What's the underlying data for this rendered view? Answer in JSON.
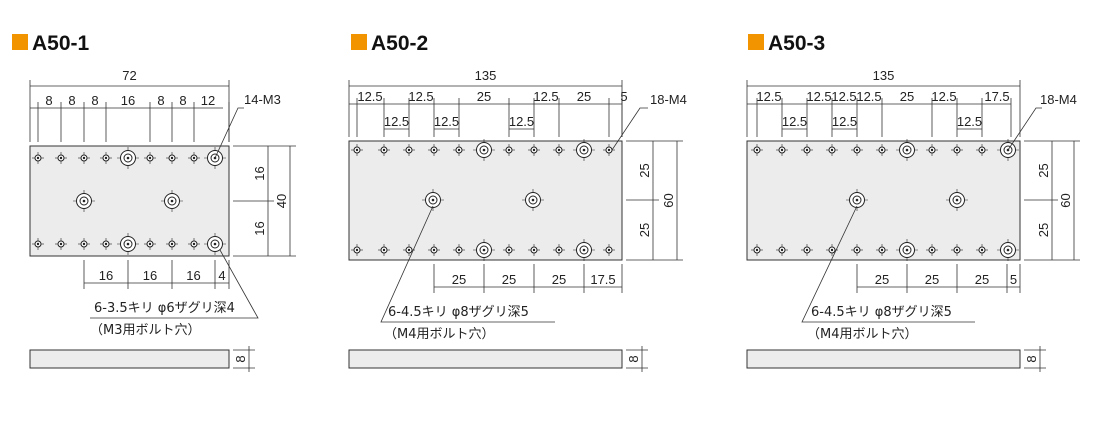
{
  "colors": {
    "accent": "#f29400",
    "plate": "#ececec",
    "line": "#333333"
  },
  "parts": [
    {
      "title": "A50-1",
      "overall_width": "72",
      "top_pitches": [
        "8",
        "8",
        "8",
        "16",
        "8",
        "8",
        "12"
      ],
      "hole_label": "14-M3",
      "right_dims": [
        "16",
        "16"
      ],
      "overall_height": "40",
      "bottom_dims": [
        "16",
        "16",
        "16",
        "4"
      ],
      "note_line1": "6-3.5キリ φ6ザグリ深4",
      "note_line2": "（M3用ボルト穴）",
      "thickness": "8"
    },
    {
      "title": "A50-2",
      "overall_width": "135",
      "top_pitches_upper": [
        "12.5",
        "12.5",
        "25",
        "12.5",
        "25",
        "5"
      ],
      "top_pitches_lower": [
        "12.5",
        "12.5",
        "12.5"
      ],
      "hole_label": "18-M4",
      "right_dims": [
        "25",
        "25"
      ],
      "overall_height": "60",
      "bottom_dims": [
        "25",
        "25",
        "25",
        "17.5"
      ],
      "note_line1": "6-4.5キリ φ8ザグリ深5",
      "note_line2": "（M4用ボルト穴）",
      "thickness": "8"
    },
    {
      "title": "A50-3",
      "overall_width": "135",
      "top_pitches_upper": [
        "12.5",
        "12.5",
        "12.5",
        "12.5",
        "25",
        "12.5",
        "17.5"
      ],
      "top_pitches_lower": [
        "12.5",
        "12.5",
        "12.5"
      ],
      "hole_label": "18-M4",
      "right_dims": [
        "25",
        "25"
      ],
      "overall_height": "60",
      "bottom_dims": [
        "25",
        "25",
        "25",
        "5"
      ],
      "note_line1": "6-4.5キリ φ8ザグリ深5",
      "note_line2": "（M4用ボルト穴）",
      "thickness": "8"
    }
  ]
}
